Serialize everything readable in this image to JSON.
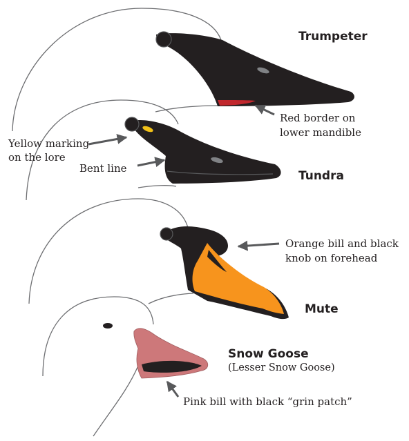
{
  "species": [
    {
      "name": "Trumpeter",
      "note": [
        "Red border on",
        "lower mandible"
      ]
    },
    {
      "name": "Tundra",
      "notes": [
        [
          "Yellow marking",
          "on the lore"
        ],
        [
          "Bent line"
        ]
      ]
    },
    {
      "name": "Mute",
      "note": [
        "Orange bill and black",
        "knob on forehead"
      ]
    },
    {
      "name": "Snow Goose",
      "subtitle": "(Lesser Snow Goose)",
      "note": [
        "Pink bill with black “grin patch”"
      ]
    }
  ],
  "colors": {
    "black_bill": "#231f20",
    "gray_marking": "#808285",
    "red_border": "#c1272d",
    "yellow_lore": "#f2c118",
    "orange_bill": "#f7941d",
    "pink_bill": "#cd787a",
    "outline": "#6d6e71",
    "arrow": "#58595b"
  }
}
